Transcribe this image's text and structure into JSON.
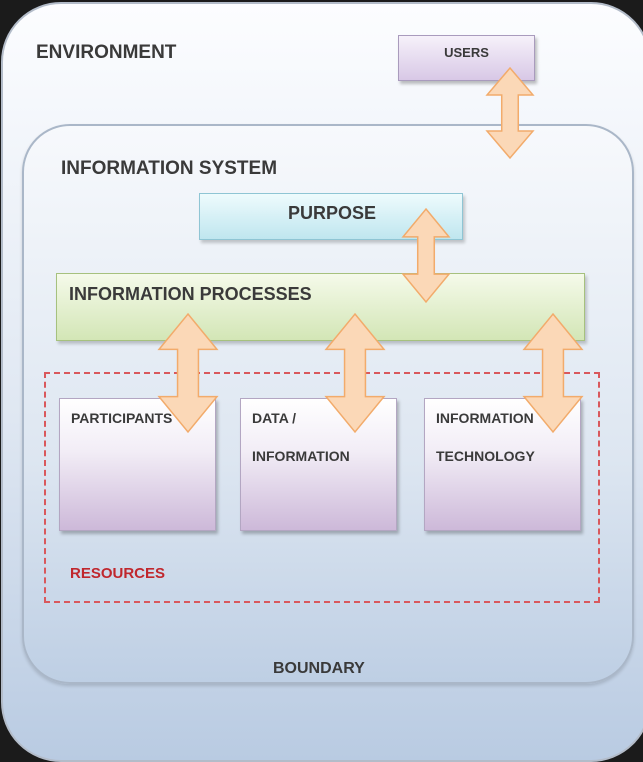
{
  "environment": {
    "title": "ENVIRONMENT"
  },
  "users": {
    "label": "USERS"
  },
  "information_system": {
    "title": "INFORMATION SYSTEM"
  },
  "purpose": {
    "label": "PURPOSE"
  },
  "information_processes": {
    "label": "INFORMATION PROCESSES"
  },
  "resources": {
    "title": "RESOURCES",
    "items": [
      {
        "line1": "PARTICIPANTS",
        "line2": ""
      },
      {
        "line1": "DATA /",
        "line2": "INFORMATION"
      },
      {
        "line1": "INFORMATION",
        "line2": "TECHNOLOGY"
      }
    ]
  },
  "boundary": {
    "label": "BOUNDARY"
  },
  "colors": {
    "arrow_fill": "#fbd8b7",
    "arrow_stroke": "#f2ab6b",
    "resources_title": "#c0272d",
    "resources_border": "#d9585c"
  }
}
